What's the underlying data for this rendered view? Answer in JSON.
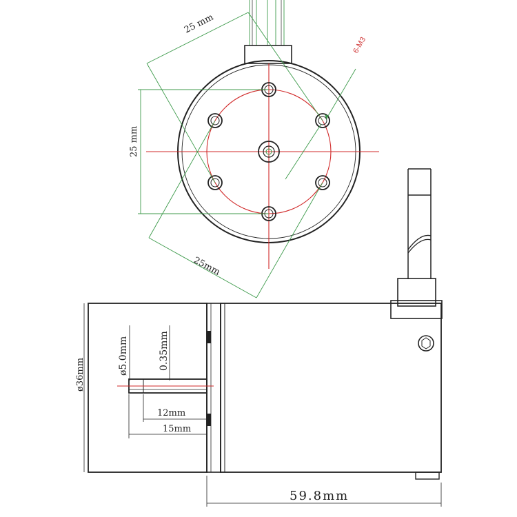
{
  "front_view": {
    "hole_spec_label": "6-M3",
    "dim_top_diag": "25 mm",
    "dim_left_vertical": "25 mm",
    "dim_bottom_diag": "25mm"
  },
  "side_view": {
    "body_diameter_label": "ø36mm",
    "shaft_diameter_label": "ø5.0mm",
    "shaft_flat_label": "0.35mm",
    "shaft_len_inner_label": "12mm",
    "shaft_len_outer_label": "15mm",
    "body_length_label": "59.8mm"
  },
  "colors": {
    "outline": "#222222",
    "dimension": "#3c9a4a",
    "centerline": "#d12a2a",
    "annotation": "#d13a3a"
  }
}
